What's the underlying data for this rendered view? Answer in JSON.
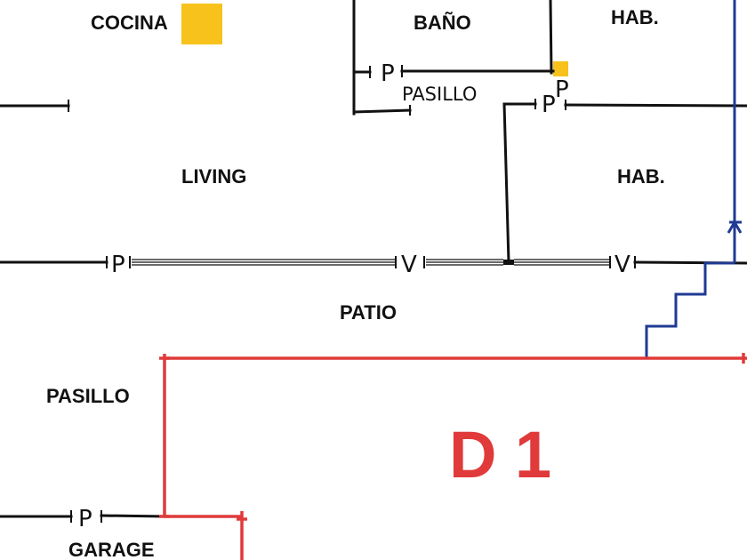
{
  "rooms": {
    "cocina": "COCINA",
    "bano": "BAÑO",
    "hab_top": "HAB.",
    "pasillo_top": "PASILLO",
    "living": "LIVING",
    "hab_mid": "HAB.",
    "patio": "PATIO",
    "pasillo_left": "PASILLO",
    "garage": "GARAGE"
  },
  "marks": {
    "door": "P",
    "window": "V"
  },
  "zone_label": "D 1",
  "colors": {
    "walls": "#111111",
    "marker": "#f7c21c",
    "stairs": "#1f3a93",
    "zone": "#e03a3a"
  }
}
